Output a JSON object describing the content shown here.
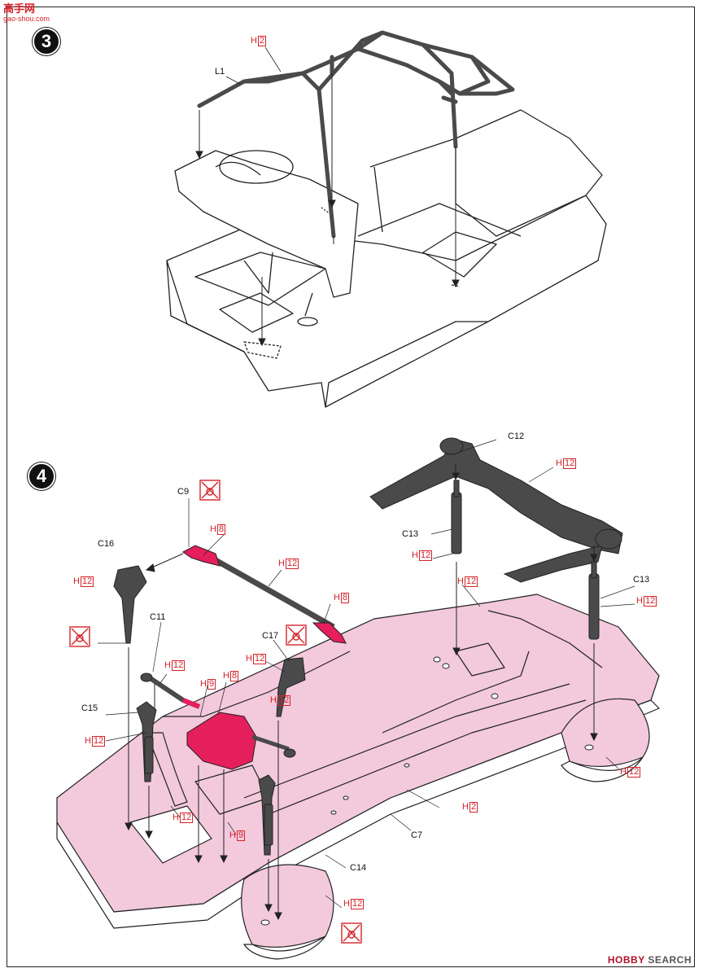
{
  "watermark_top": {
    "brand": "高手网",
    "site": "gao-shou.com"
  },
  "watermark_bottom": {
    "brand": "HOBBY",
    "suffix": "SEARCH"
  },
  "steps": [
    {
      "number": "3"
    },
    {
      "number": "4"
    }
  ],
  "step3": {
    "parts": [
      {
        "label": "L1"
      }
    ],
    "colors": [
      {
        "prefix": "H",
        "code": "2"
      }
    ]
  },
  "step4": {
    "parts": [
      {
        "label": "C12"
      },
      {
        "label": "C9"
      },
      {
        "label": "C13"
      },
      {
        "label": "C16"
      },
      {
        "label": "C13"
      },
      {
        "label": "C11"
      },
      {
        "label": "C17"
      },
      {
        "label": "C15"
      },
      {
        "label": "C7"
      },
      {
        "label": "C14"
      }
    ],
    "colors": [
      {
        "prefix": "H",
        "code": "12"
      },
      {
        "prefix": "H",
        "code": "8"
      },
      {
        "prefix": "H",
        "code": "12"
      },
      {
        "prefix": "H",
        "code": "12"
      },
      {
        "prefix": "H",
        "code": "12"
      },
      {
        "prefix": "H",
        "code": "12"
      },
      {
        "prefix": "H",
        "code": "8"
      },
      {
        "prefix": "H",
        "code": "12"
      },
      {
        "prefix": "H",
        "code": "12"
      },
      {
        "prefix": "H",
        "code": "12"
      },
      {
        "prefix": "H",
        "code": "9"
      },
      {
        "prefix": "H",
        "code": "8"
      },
      {
        "prefix": "H",
        "code": "12"
      },
      {
        "prefix": "H",
        "code": "12"
      },
      {
        "prefix": "H",
        "code": "12"
      },
      {
        "prefix": "H",
        "code": "9"
      },
      {
        "prefix": "H",
        "code": "2"
      },
      {
        "prefix": "H",
        "code": "12"
      },
      {
        "prefix": "H",
        "code": "12"
      }
    ]
  },
  "colors": {
    "accent": "#d4232a",
    "pink_fill": "#f3c9dc",
    "part_dark": "#4a4a4a",
    "line": "#222222"
  }
}
